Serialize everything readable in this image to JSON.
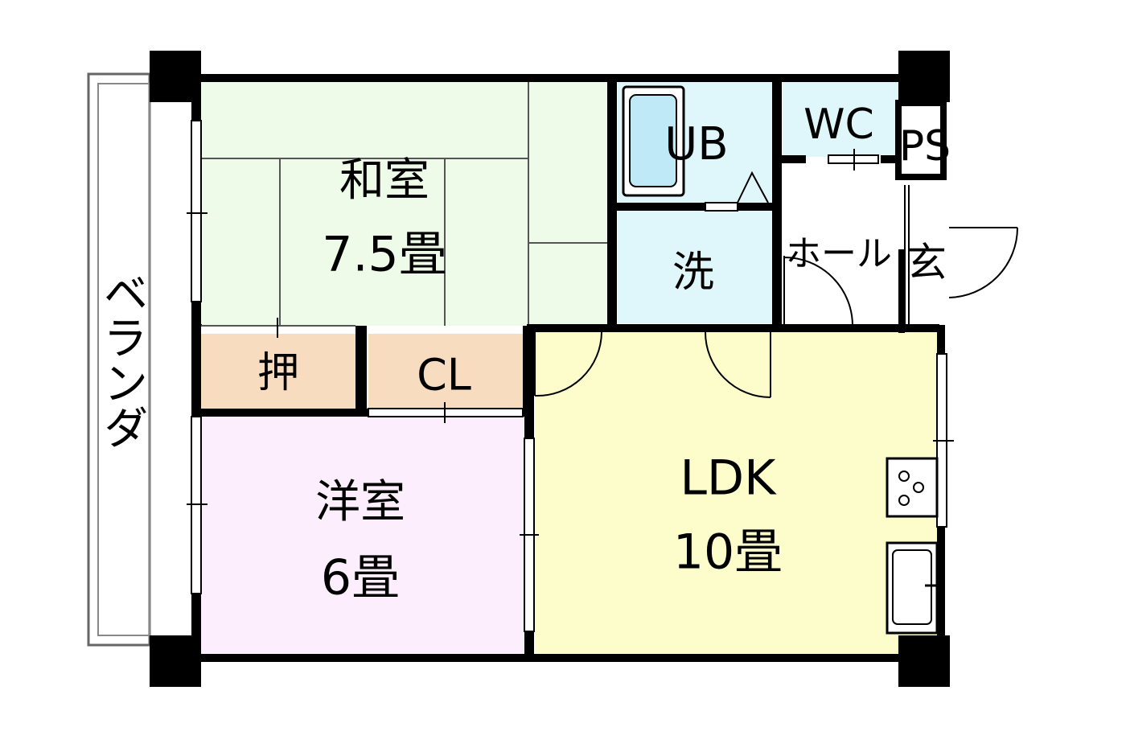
{
  "rooms": {
    "washitsu": {
      "name": "和室",
      "size": "7.5畳",
      "color": "#eefbe9"
    },
    "yoshitsu": {
      "name": "洋室",
      "size": "6畳",
      "color": "#fceefc"
    },
    "ldk": {
      "name": "LDK",
      "size": "10畳",
      "color": "#fdfdcb"
    },
    "oshiire": {
      "name": "押",
      "color": "#f8dcc0"
    },
    "closet": {
      "name": "CL",
      "color": "#f8dcc0"
    },
    "bath": {
      "name": "UB",
      "color": "#dff6fb"
    },
    "washroom": {
      "name": "洗",
      "color": "#dff6fb"
    },
    "toilet": {
      "name": "WC",
      "color": "#dff6fb"
    },
    "pipe_space": {
      "name": "PS"
    },
    "hall": {
      "name": "ホール"
    },
    "entrance": {
      "name": "玄"
    },
    "veranda": {
      "name": "ベランダ"
    }
  },
  "colors": {
    "wall": "#000000",
    "outline": "#555555",
    "background": "#ffffff"
  },
  "icons": [
    "stove-icon",
    "sink-icon",
    "bathtub-icon"
  ]
}
